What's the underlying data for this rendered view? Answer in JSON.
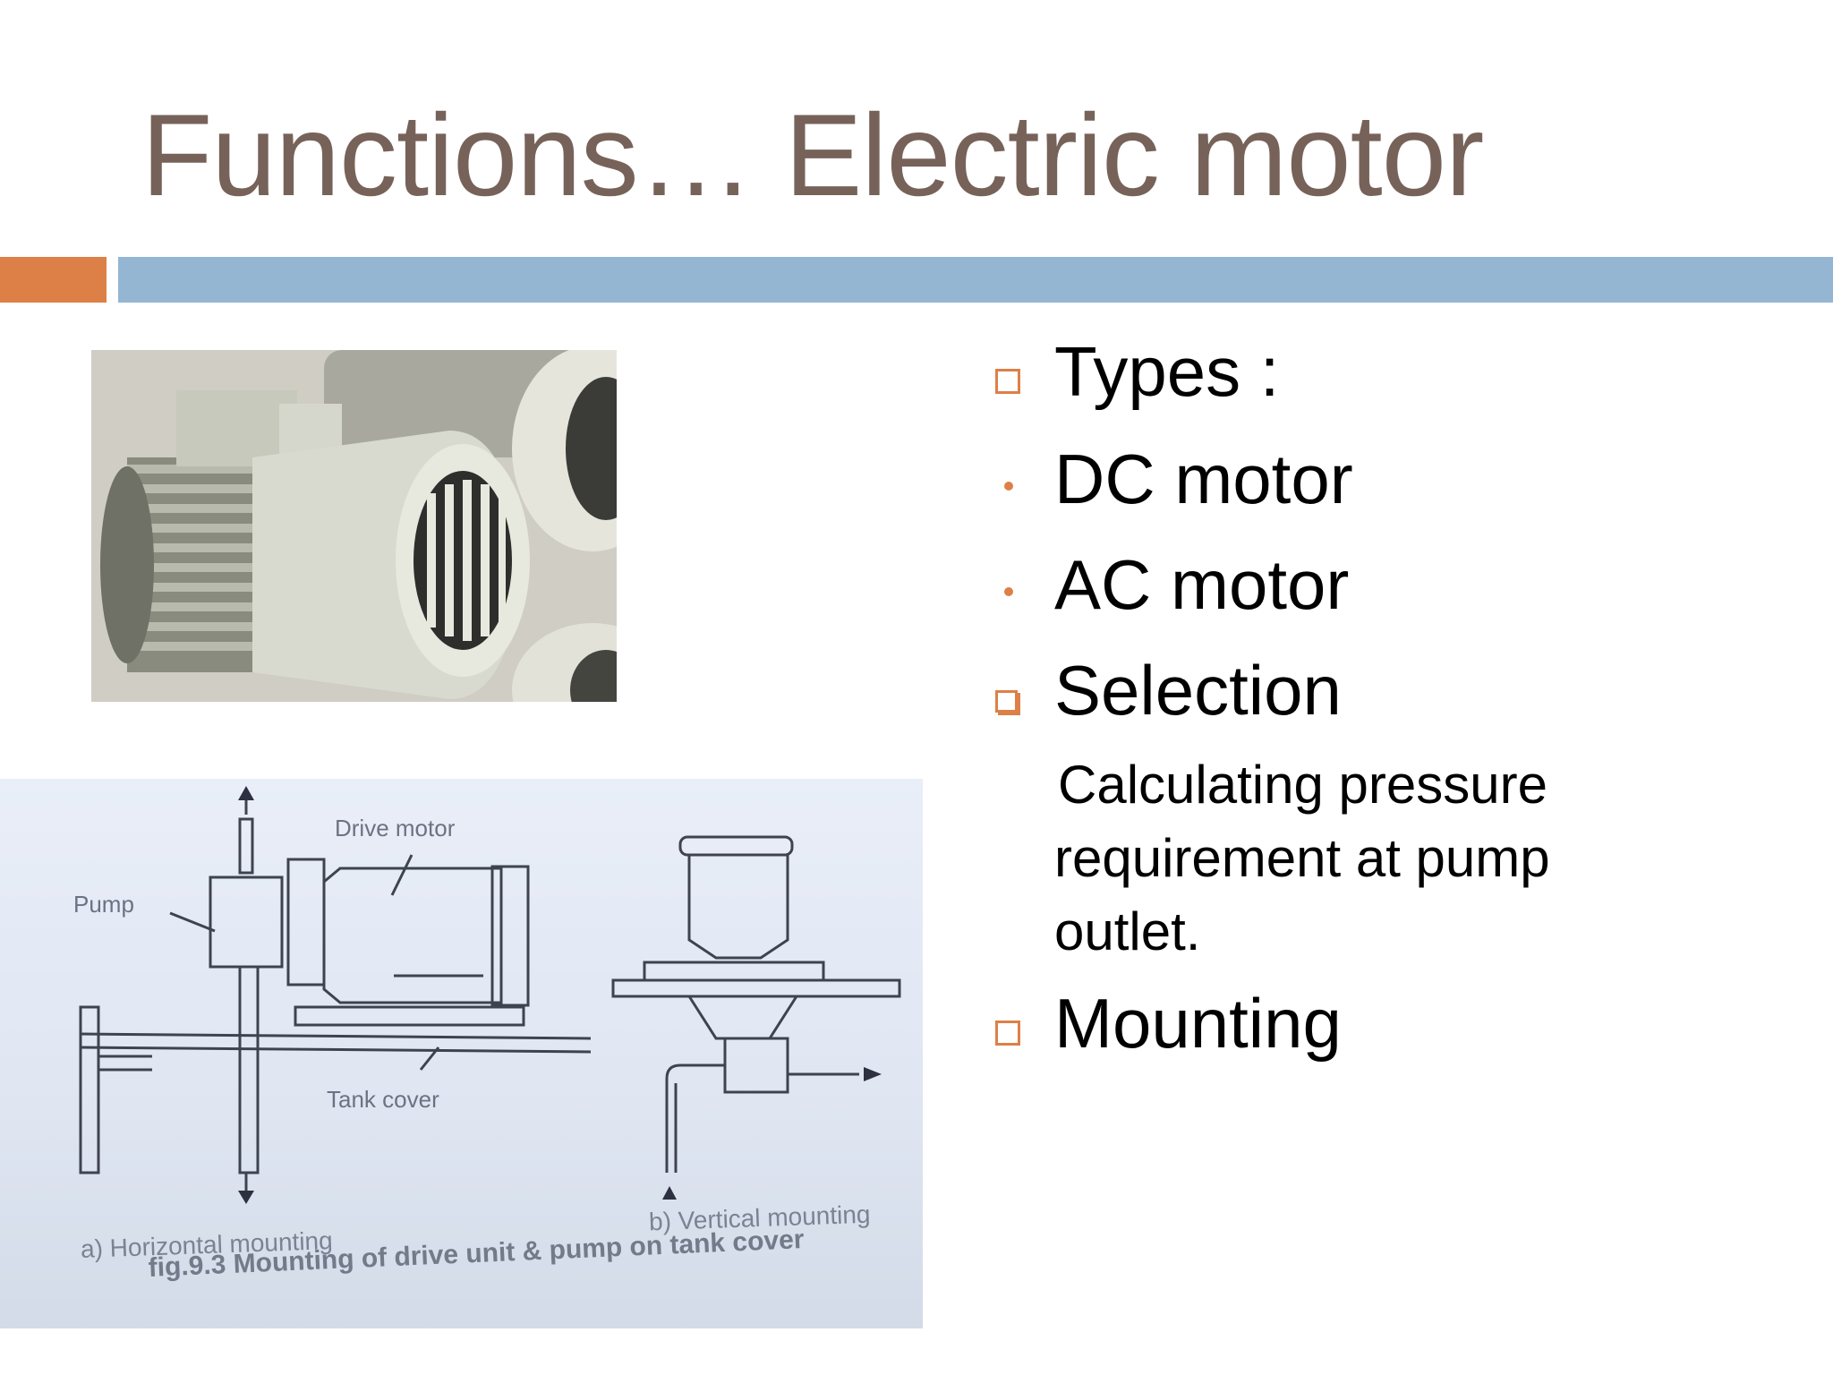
{
  "slide": {
    "title": "Functions…  Electric motor"
  },
  "bullets": [
    {
      "marker": "square",
      "text": "Types :"
    },
    {
      "marker": "dot",
      "text": "DC motor"
    },
    {
      "marker": "dot",
      "text": "AC motor"
    },
    {
      "marker": "square-shadow",
      "text": "Selection"
    },
    {
      "marker": "none",
      "lines": [
        "Calculating pressure",
        "requirement at pump",
        "outlet."
      ]
    },
    {
      "marker": "square",
      "text": "Mounting"
    }
  ],
  "figure": {
    "label_pump": "Pump",
    "label_drive_motor": "Drive motor",
    "label_tank_cover": "Tank cover",
    "label_horizontal": "a) Horizontal  mounting",
    "label_vertical": "b) Vertical  mounting",
    "caption": "fig.9.3 Mounting of drive unit & pump on tank cover"
  },
  "colors": {
    "title": "#776259",
    "accent_orange": "#dd8047",
    "accent_blue": "#94b6d2"
  }
}
